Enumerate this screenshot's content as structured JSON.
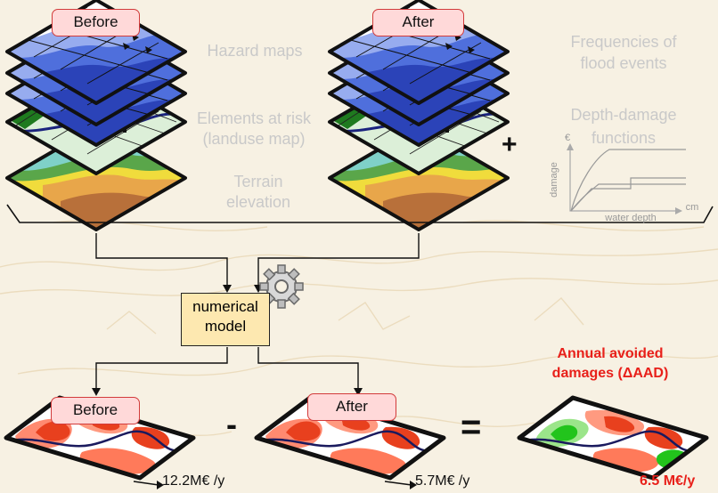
{
  "top": {
    "before_label": "Before",
    "after_label": "After",
    "hazard_maps": "Hazard maps",
    "elements_at_risk_1": "Elements at risk",
    "elements_at_risk_2": "(landuse map)",
    "terrain_1": "Terrain",
    "terrain_2": "elevation",
    "frequencies_1": "Frequencies of",
    "frequencies_2": "flood events",
    "depth_damage_1": "Depth-damage",
    "depth_damage_2": "functions",
    "plus": "+"
  },
  "ddf_chart": {
    "y_unit": "€",
    "y_label": "damage",
    "x_label": "water depth",
    "x_unit": "cm"
  },
  "model": {
    "line1": "numerical",
    "line2": "model"
  },
  "bottom": {
    "before_label": "Before",
    "after_label": "After",
    "minus": "-",
    "equals": "=",
    "before_value": "12.2M€ /y",
    "after_value": "5.7M€ /y",
    "result_title_1": "Annual avoided",
    "result_title_2": "damages (ΔAAD)",
    "result_value": "6.5 M€/y"
  },
  "colors": {
    "pill_fill": "#ffd9d9",
    "pill_border": "#d23b3b",
    "model_fill": "#fde8b0",
    "result_red": "#e8201a",
    "label_grey": "#c9c9c9"
  }
}
